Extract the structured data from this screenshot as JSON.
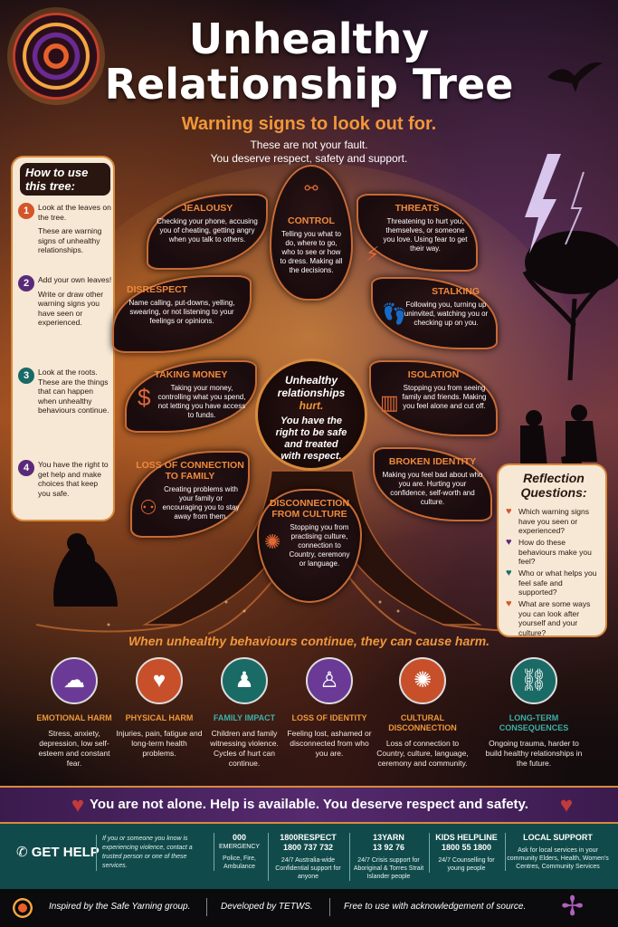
{
  "header": {
    "title_line1": "Unhealthy",
    "title_line2": "Relationship Tree",
    "subtitle": "Warning signs to look out for.",
    "intro_line1": "These are not your fault.",
    "intro_line2": "You deserve respect, safety and support."
  },
  "how_to_use": {
    "title": "How to use this tree:",
    "steps": [
      {
        "num": "1",
        "color": "#d4552a",
        "p1": "Look at the leaves on the tree.",
        "p2": "These are warning signs of unhealthy relationships."
      },
      {
        "num": "2",
        "color": "#5a2a7a",
        "p1": "Add your own leaves!",
        "p2": "Write or draw other warning signs you have seen or experienced."
      },
      {
        "num": "3",
        "color": "#1a6a66",
        "p1": "Look at the roots. These are the things that can happen when unhealthy behaviours continue.",
        "p2": ""
      },
      {
        "num": "4",
        "color": "#5a2a7a",
        "p1": "You have the right to get help and make choices that keep you safe.",
        "p2": ""
      }
    ]
  },
  "leaves": {
    "jealousy": {
      "title": "JEALOUSY",
      "text": "Checking your phone, accusing you of cheating, getting angry when you talk to others."
    },
    "control": {
      "title": "CONTROL",
      "text": "Telling you what to do, where to go, who to see or how to dress. Making all the decisions."
    },
    "threats": {
      "title": "THREATS",
      "text": "Threatening to hurt you, themselves, or someone you love. Using fear to get their way."
    },
    "disrespect": {
      "title": "DISRESPECT",
      "text": "Name calling, put-downs, yelling, swearing, or not listening to your feelings or opinions."
    },
    "stalking": {
      "title": "STALKING",
      "text": "Following you, turning up uninvited, watching you or checking up on you."
    },
    "taking_money": {
      "title": "TAKING MONEY",
      "text": "Taking your money, controlling what you spend, not letting you have access to funds."
    },
    "isolation": {
      "title": "ISOLATION",
      "text": "Stopping you from seeing family and friends. Making you feel alone and cut off."
    },
    "loss_connection": {
      "title_line1": "LOSS OF CONNECTION",
      "title_line2": "TO FAMILY",
      "text": "Creating problems with your family or encouraging you to stay away from them."
    },
    "broken_identity": {
      "title": "BROKEN IDENTITY",
      "text": "Making you feel bad about who you are. Hurting your confidence, self-worth and culture."
    },
    "disconnection_culture": {
      "title_line1": "DISCONNECTION",
      "title_line2": "FROM CULTURE",
      "text": "Stopping you from practising culture, connection to Country, ceremony or language."
    }
  },
  "center": {
    "line1": "Unhealthy",
    "line2": "relationships",
    "line3": "hurt.",
    "line4": "You have the",
    "line5": "right to be safe",
    "line6": "and treated",
    "line7": "with respect."
  },
  "reflection": {
    "title_line1": "Reflection",
    "title_line2": "Questions:",
    "questions": [
      {
        "text": "Which warning signs have you seen or experienced?",
        "color": "#d4552a"
      },
      {
        "text": "How do these behaviours make you feel?",
        "color": "#5a2a7a"
      },
      {
        "text": "Who or what helps you feel safe and supported?",
        "color": "#1a6a66"
      },
      {
        "text": "What are some ways you can look after yourself and your culture?",
        "color": "#d4552a"
      }
    ]
  },
  "harms": {
    "heading": "When unhealthy behaviours continue, they can cause harm.",
    "items": [
      {
        "title": "EMOTIONAL HARM",
        "text": "Stress, anxiety, depression, low self-esteem and constant fear.",
        "color": "#6a3a96",
        "title_color": "#f0973a",
        "icon": "brain-icon",
        "glyph": "☁"
      },
      {
        "title": "PHYSICAL HARM",
        "text": "Injuries, pain, fatigue and long-term health problems.",
        "color": "#c7502a",
        "title_color": "#f0973a",
        "icon": "broken-heart-icon",
        "glyph": "♥"
      },
      {
        "title": "FAMILY IMPACT",
        "text": "Children and family witnessing violence. Cycles of hurt can continue.",
        "color": "#1a6a66",
        "title_color": "#3bb0a8",
        "icon": "family-icon",
        "glyph": "♟"
      },
      {
        "title": "LOSS OF IDENTITY",
        "text": "Feeling lost, ashamed or disconnected from who you are.",
        "color": "#6a3a96",
        "title_color": "#f0973a",
        "icon": "person-icon",
        "glyph": "♙"
      },
      {
        "title": "CULTURAL DISCONNECTION",
        "text": "Loss of connection to Country, culture, language, ceremony and community.",
        "color": "#c7502a",
        "title_color": "#f0973a",
        "icon": "dot-circle-icon",
        "glyph": "✺"
      },
      {
        "title": "LONG-TERM CONSEQUENCES",
        "text": "Ongoing trauma, harder to build healthy relationships in the future.",
        "color": "#1a6a66",
        "title_color": "#3bb0a8",
        "icon": "broken-chain-icon",
        "glyph": "⛓"
      }
    ]
  },
  "band": {
    "text": "You are not alone. Help is available. You deserve respect and safety."
  },
  "help": {
    "label": "GET HELP",
    "desc": "If you or someone you know is experiencing violence, contact a trusted person or one of these services.",
    "contacts": [
      {
        "name": "000",
        "number": "",
        "line1": "EMERGENCY",
        "desc": "Police, Fire, Ambulance"
      },
      {
        "name": "1800RESPECT",
        "number": "1800 737 732",
        "line1": "",
        "desc": "24/7 Australia-wide Confidential support for anyone"
      },
      {
        "name": "13YARN",
        "number": "13 92 76",
        "line1": "",
        "desc": "24/7 Crisis support for Aboriginal & Torres Strait Islander people"
      },
      {
        "name": "KIDS HELPLINE",
        "number": "1800 55 1800",
        "line1": "",
        "desc": "24/7 Counselling for young people"
      },
      {
        "name": "LOCAL SUPPORT",
        "number": "",
        "line1": "",
        "desc": "Ask for local services in your community Elders, Health, Women's Centres, Community Services"
      }
    ]
  },
  "footer": {
    "inspired": "Inspired by the Safe Yarning group.",
    "developed": "Developed by TETWS.",
    "free": "Free to use with acknowledgement of source."
  }
}
